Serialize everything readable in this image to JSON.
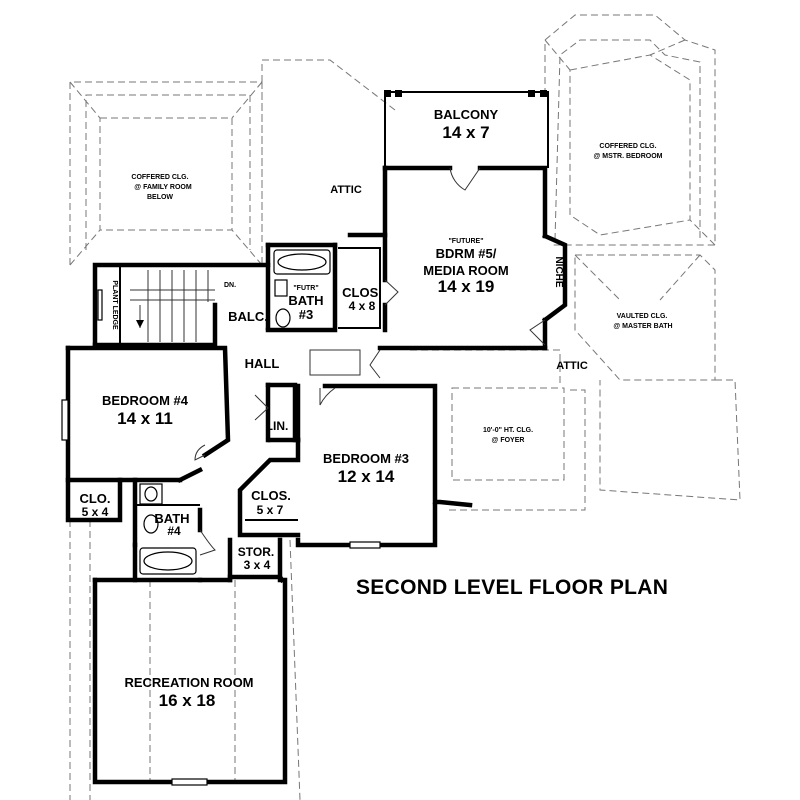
{
  "plan": {
    "title": "SECOND LEVEL FLOOR PLAN",
    "rooms": {
      "balcony": {
        "name": "BALCONY",
        "size": "14 x 7"
      },
      "bdrm5": {
        "future": "\"FUTURE\"",
        "name": "BDRM #5/",
        "name2": "MEDIA ROOM",
        "size": "14 x 19"
      },
      "bath3": {
        "future": "\"FUTR\"",
        "name": "BATH",
        "num": "#3"
      },
      "clos_bath3": {
        "name": "CLOS.",
        "size": "4 x 8"
      },
      "balc": {
        "name": "BALC."
      },
      "hall": {
        "name": "HALL"
      },
      "bedroom4": {
        "name": "BEDROOM #4",
        "size": "14 x 11"
      },
      "lin": {
        "name": "LIN."
      },
      "bedroom3": {
        "name": "BEDROOM #3",
        "size": "12 x 14"
      },
      "clo_bed4": {
        "name": "CLO.",
        "size": "5 x 4"
      },
      "bath4": {
        "name": "BATH",
        "num": "#4"
      },
      "clos_bed3": {
        "name": "CLOS.",
        "size": "5 x 7"
      },
      "stor": {
        "name": "STOR.",
        "size": "3 x 4"
      },
      "recreation": {
        "name": "RECREATION ROOM",
        "size": "16 x 18"
      }
    },
    "notes": {
      "attic_top": "ATTIC",
      "attic_right": "ATTIC",
      "niche": "NICHE",
      "dn": "DN.",
      "plant_ledge": "PLANT LEDGE",
      "coffered_family_1": "COFFERED CLG.",
      "coffered_family_2": "@ FAMILY ROOM",
      "coffered_family_3": "BELOW",
      "coffered_master_1": "COFFERED CLG.",
      "coffered_master_2": "@ MSTR. BEDROOM",
      "vaulted_1": "VAULTED CLG.",
      "vaulted_2": "@ MASTER BATH",
      "foyer_1": "10'-0\" HT. CLG.",
      "foyer_2": "@ FOYER"
    }
  }
}
